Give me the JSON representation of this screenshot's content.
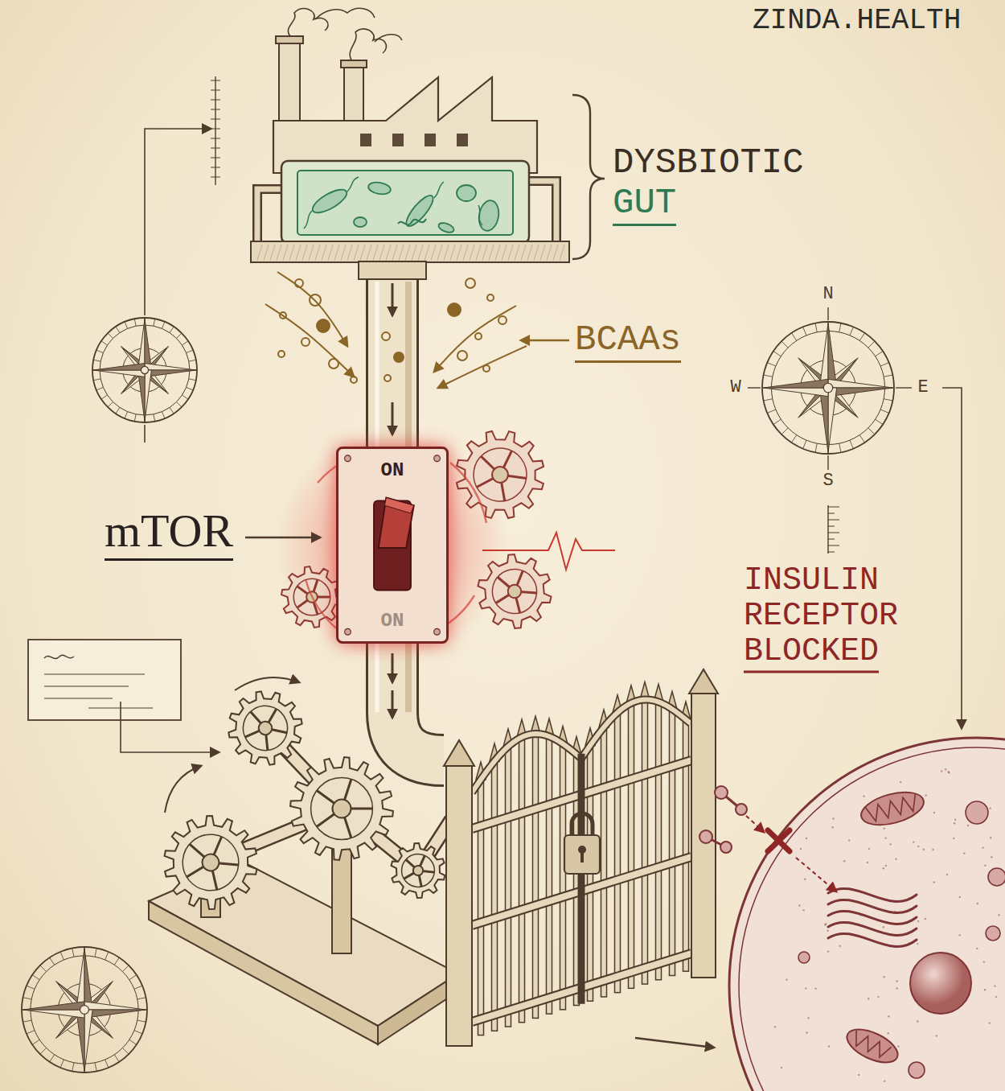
{
  "diagram": {
    "nodes": [
      {
        "text": [
          "ON",
          "ON"
        ]
      }
    ],
    "labels": [
      "ZINDA.HEALTH",
      "DYSBIOTIC",
      "GUT",
      "BCAAs",
      "mTOR",
      "INSULIN RECEPTOR BLOCKED",
      "N",
      "W",
      "E",
      "S"
    ]
  }
}
